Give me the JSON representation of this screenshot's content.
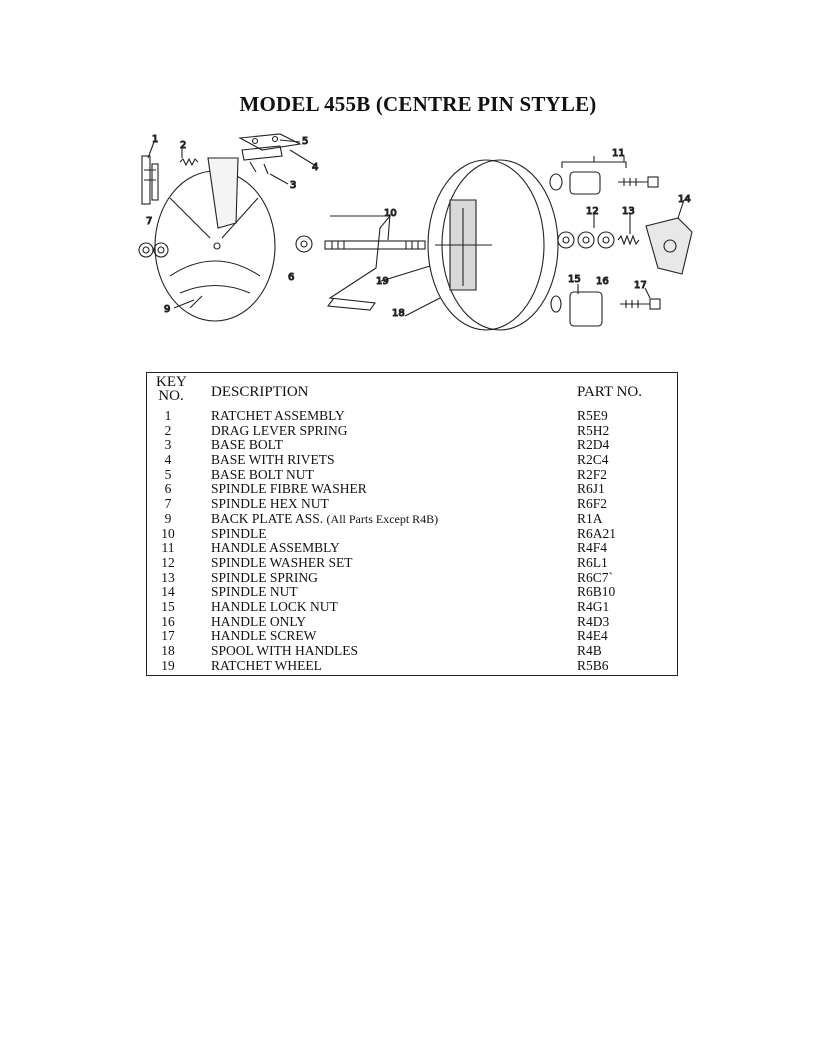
{
  "title": "MODEL 455B (CENTRE PIN STYLE)",
  "diagram": {
    "callouts": [
      "1",
      "2",
      "3",
      "4",
      "5",
      "6",
      "7",
      "9",
      "10",
      "11",
      "12",
      "13",
      "14",
      "15",
      "16",
      "17",
      "18",
      "19"
    ]
  },
  "parts_table": {
    "headers": {
      "key_line1": "KEY",
      "key_line2": "NO.",
      "description": "DESCRIPTION",
      "part_no": "PART NO."
    },
    "rows": [
      {
        "key": "1",
        "description": "RATCHET ASSEMBLY",
        "part_no": "R5E9"
      },
      {
        "key": "2",
        "description": "DRAG LEVER SPRING",
        "part_no": "R5H2"
      },
      {
        "key": "3",
        "description": "BASE BOLT",
        "part_no": "R2D4"
      },
      {
        "key": "4",
        "description": "BASE WITH RIVETS",
        "part_no": "R2C4"
      },
      {
        "key": "5",
        "description": "BASE BOLT NUT",
        "part_no": "R2F2"
      },
      {
        "key": "6",
        "description": "SPINDLE FIBRE WASHER",
        "part_no": "R6J1"
      },
      {
        "key": "7",
        "description": "SPINDLE HEX NUT",
        "part_no": "R6F2"
      },
      {
        "key": "9",
        "description": "BACK PLATE ASS.",
        "description_note": "(All Parts Except R4B)",
        "part_no": "R1A"
      },
      {
        "key": "10",
        "description": "SPINDLE",
        "part_no": "R6A21"
      },
      {
        "key": "11",
        "description": "HANDLE ASSEMBLY",
        "part_no": "R4F4"
      },
      {
        "key": "12",
        "description": "SPINDLE WASHER SET",
        "part_no": "R6L1"
      },
      {
        "key": "13",
        "description": "SPINDLE SPRING",
        "part_no": "R6C7`"
      },
      {
        "key": "14",
        "description": "SPINDLE NUT",
        "part_no": "R6B10"
      },
      {
        "key": "15",
        "description": "HANDLE LOCK NUT",
        "part_no": "R4G1"
      },
      {
        "key": "16",
        "description": "HANDLE ONLY",
        "part_no": "R4D3"
      },
      {
        "key": "17",
        "description": "HANDLE SCREW",
        "part_no": "R4E4"
      },
      {
        "key": "18",
        "description": "SPOOL WITH HANDLES",
        "part_no": "R4B"
      },
      {
        "key": "19",
        "description": "RATCHET WHEEL",
        "part_no": "R5B6"
      }
    ]
  }
}
